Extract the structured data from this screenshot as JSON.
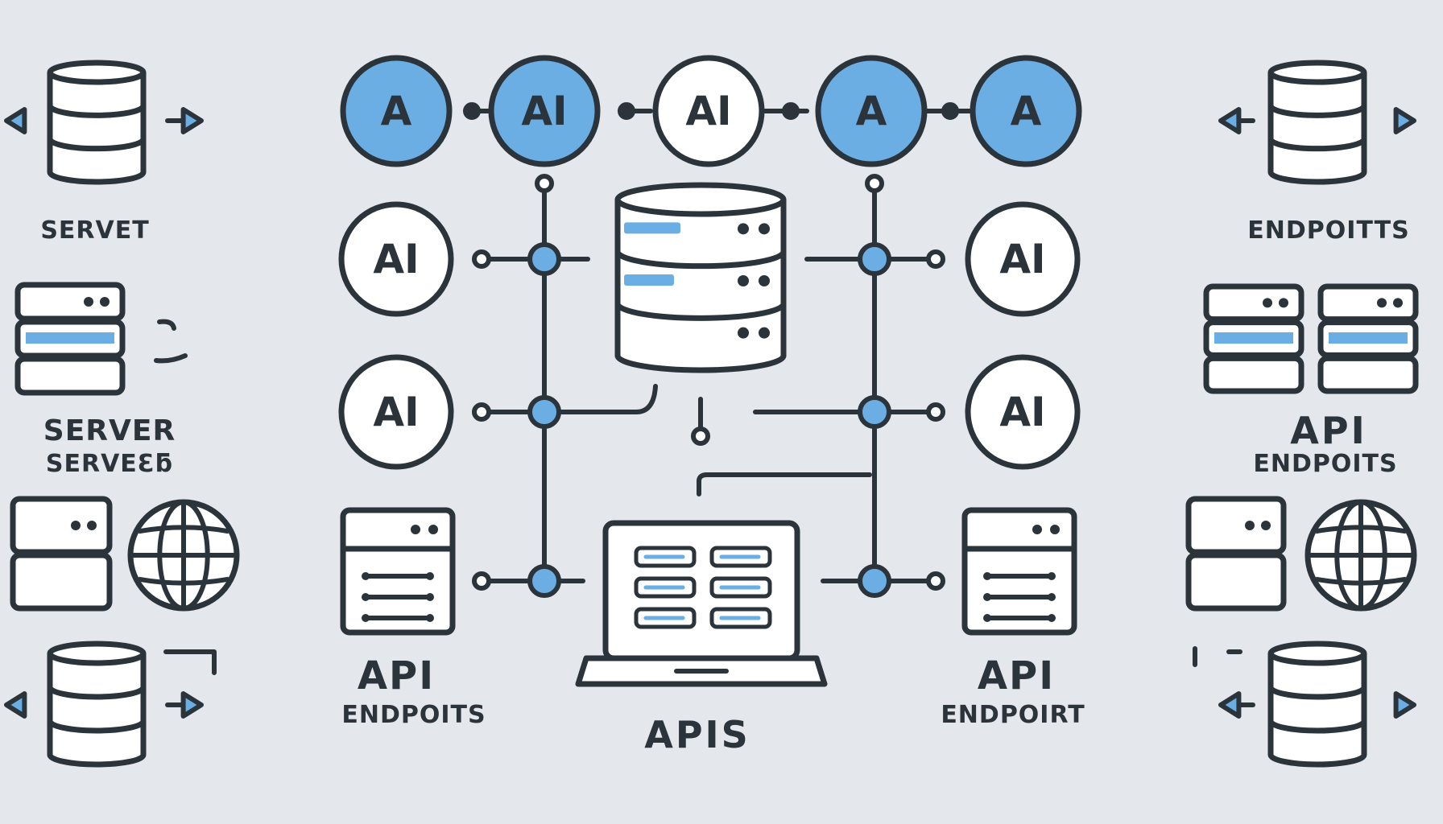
{
  "colors": {
    "background": "#e4e7eb",
    "stroke": "#2b333b",
    "accent": "#6aaee4",
    "fill": "#ffffff"
  },
  "icons": [
    "database-icon",
    "server-rack-icon",
    "globe-icon",
    "laptop-icon",
    "api-node-icon",
    "arrow-left-icon",
    "arrow-right-icon"
  ],
  "top_nodes": [
    "A",
    "AI",
    "AI",
    "A",
    "A"
  ],
  "left_nodes": [
    "AI",
    "AI"
  ],
  "right_nodes": [
    "AI",
    "AI"
  ],
  "labels": {
    "left_top": "SERVET",
    "left_mid_1": "SERVER",
    "left_mid_2": "SERVEƐƃ",
    "right_top": "ENDPOITTS",
    "right_mid_1": "API",
    "right_mid_2": "ENDPOITS",
    "center_left_1": "API",
    "center_left_2": "ENDPOITS",
    "center_right_1": "API",
    "center_right_2": "ENDPOIRT",
    "center_bottom": "APIS"
  }
}
